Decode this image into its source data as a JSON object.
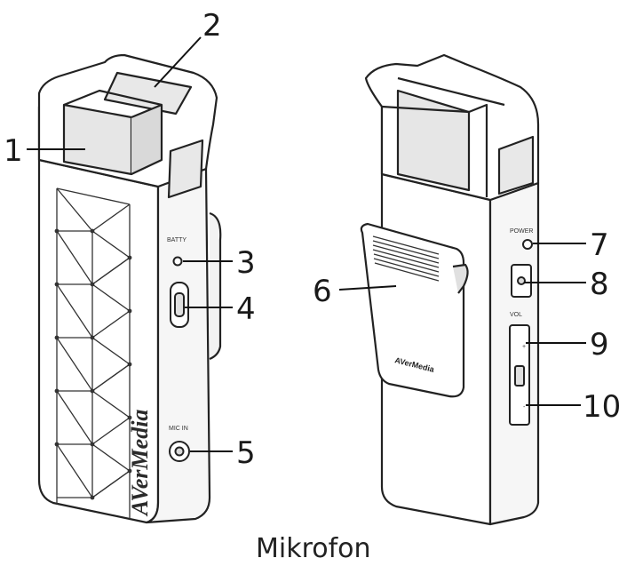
{
  "callouts": [
    {
      "id": "1",
      "label": "1"
    },
    {
      "id": "2",
      "label": "2"
    },
    {
      "id": "3",
      "label": "3"
    },
    {
      "id": "4",
      "label": "4"
    },
    {
      "id": "5",
      "label": "5"
    },
    {
      "id": "6",
      "label": "6"
    },
    {
      "id": "7",
      "label": "7"
    },
    {
      "id": "8",
      "label": "8"
    },
    {
      "id": "9",
      "label": "9"
    },
    {
      "id": "10",
      "label": "10"
    }
  ],
  "device_labels": {
    "batty": "BATTY",
    "mic_in": "MIC IN",
    "power": "POWER",
    "vol": "VOL",
    "plus": "+",
    "minus": "-"
  },
  "brand": {
    "side_logo": "AVerMedia",
    "clip_logo": "AVerMedia"
  },
  "caption": "Mikrofon"
}
